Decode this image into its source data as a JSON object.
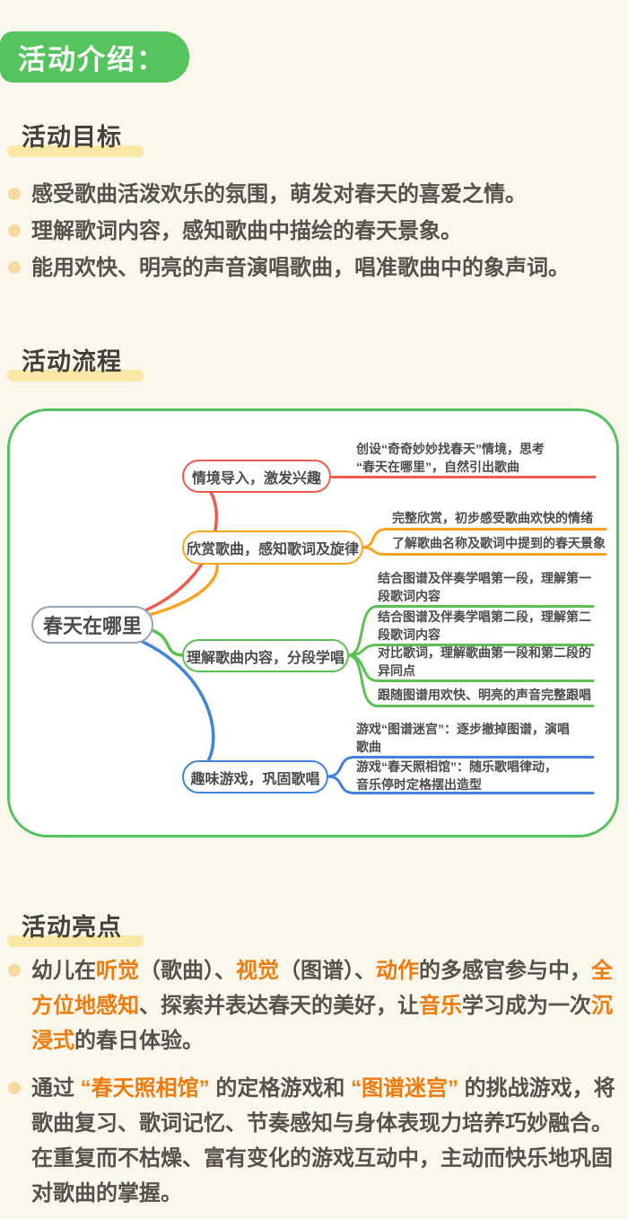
{
  "badge": {
    "label": "活动介绍："
  },
  "colors": {
    "badge_green": "#55c45e",
    "highlight_yellow": "#fbe8a6",
    "accent_orange": "#ee7b0c",
    "body_text": "#57514b",
    "bullet_dot": "#f7d9a2",
    "container_green": "#56c25e",
    "root_border": "#9aa2bb",
    "map_red": "#f15b4e",
    "map_orange": "#f7a420",
    "map_green": "#5bc153",
    "map_blue": "#4083dd"
  },
  "sections": {
    "goals": {
      "title": "活动目标",
      "items": [
        "感受歌曲活泼欢乐的氛围，萌发对春天的喜爱之情。",
        "理解歌词内容，感知歌曲中描绘的春天景象。",
        "能用欢快、明亮的声音演唱歌曲，唱准歌曲中的象声词。"
      ]
    },
    "flow": {
      "title": "活动流程"
    },
    "highlights": {
      "title": "活动亮点",
      "items": [
        {
          "segments": [
            {
              "t": "幼儿在"
            },
            {
              "t": "听觉",
              "accent": true
            },
            {
              "t": "（歌曲）、"
            },
            {
              "t": "视觉",
              "accent": true
            },
            {
              "t": "（图谱）、"
            },
            {
              "t": "动作",
              "accent": true
            },
            {
              "t": "的多感官参与中，"
            },
            {
              "t": "全方位地感知",
              "accent": true
            },
            {
              "t": "、探索并表达春天的美好，让"
            },
            {
              "t": "音乐",
              "accent": true
            },
            {
              "t": "学习成为一次"
            },
            {
              "t": "沉浸式",
              "accent": true
            },
            {
              "t": "的春日体验。"
            }
          ]
        },
        {
          "segments": [
            {
              "t": "通过 "
            },
            {
              "t": "“春天照相馆”",
              "accent": true
            },
            {
              "t": " 的定格游戏和 "
            },
            {
              "t": "“图谱迷宫”",
              "accent": true
            },
            {
              "t": " 的挑战游戏，将歌曲复习、歌词记忆、节奏感知与身体表现力培养巧妙融合。在重复而不枯燥、富有变化的游戏互动中，主动而快乐地巩固对歌曲的掌握。"
            }
          ]
        }
      ]
    }
  },
  "mindmap": {
    "container_border_color": "#56c25e",
    "root": {
      "label": "春天在哪里",
      "border_color": "#9aa2bb"
    },
    "branches": [
      {
        "label": "情境导入，激发兴趣",
        "color": "#f15b4e",
        "leaves": [
          {
            "lines": [
              "创设“奇奇妙妙找春天”情境，思考",
              "“春天在哪里”，自然引出歌曲"
            ]
          }
        ]
      },
      {
        "label": "欣赏歌曲，感知歌词及旋律",
        "color": "#f7a420",
        "leaves": [
          {
            "lines": [
              "完整欣赏，初步感受歌曲欢快的情绪"
            ]
          },
          {
            "lines": [
              "了解歌曲名称及歌词中提到的春天景象"
            ]
          }
        ]
      },
      {
        "label": "理解歌曲内容，分段学唱",
        "color": "#5bc153",
        "leaves": [
          {
            "lines": [
              "结合图谱及伴奏学唱第一段，理解第一",
              "段歌词内容"
            ]
          },
          {
            "lines": [
              "结合图谱及伴奏学唱第二段，理解第二",
              "段歌词内容"
            ]
          },
          {
            "lines": [
              "对比歌词，理解歌曲第一段和第二段的",
              "异同点"
            ]
          },
          {
            "lines": [
              "跟随图谱用欢快、明亮的声音完整跟唱"
            ]
          }
        ]
      },
      {
        "label": "趣味游戏，巩固歌唱",
        "color": "#4083dd",
        "leaves": [
          {
            "lines": [
              "游戏“图谱迷宫”：逐步撤掉图谱，演唱",
              "歌曲"
            ]
          },
          {
            "lines": [
              "游戏“春天照相馆”：随乐歌唱律动，",
              "音乐停时定格摆出造型"
            ]
          }
        ]
      }
    ]
  }
}
